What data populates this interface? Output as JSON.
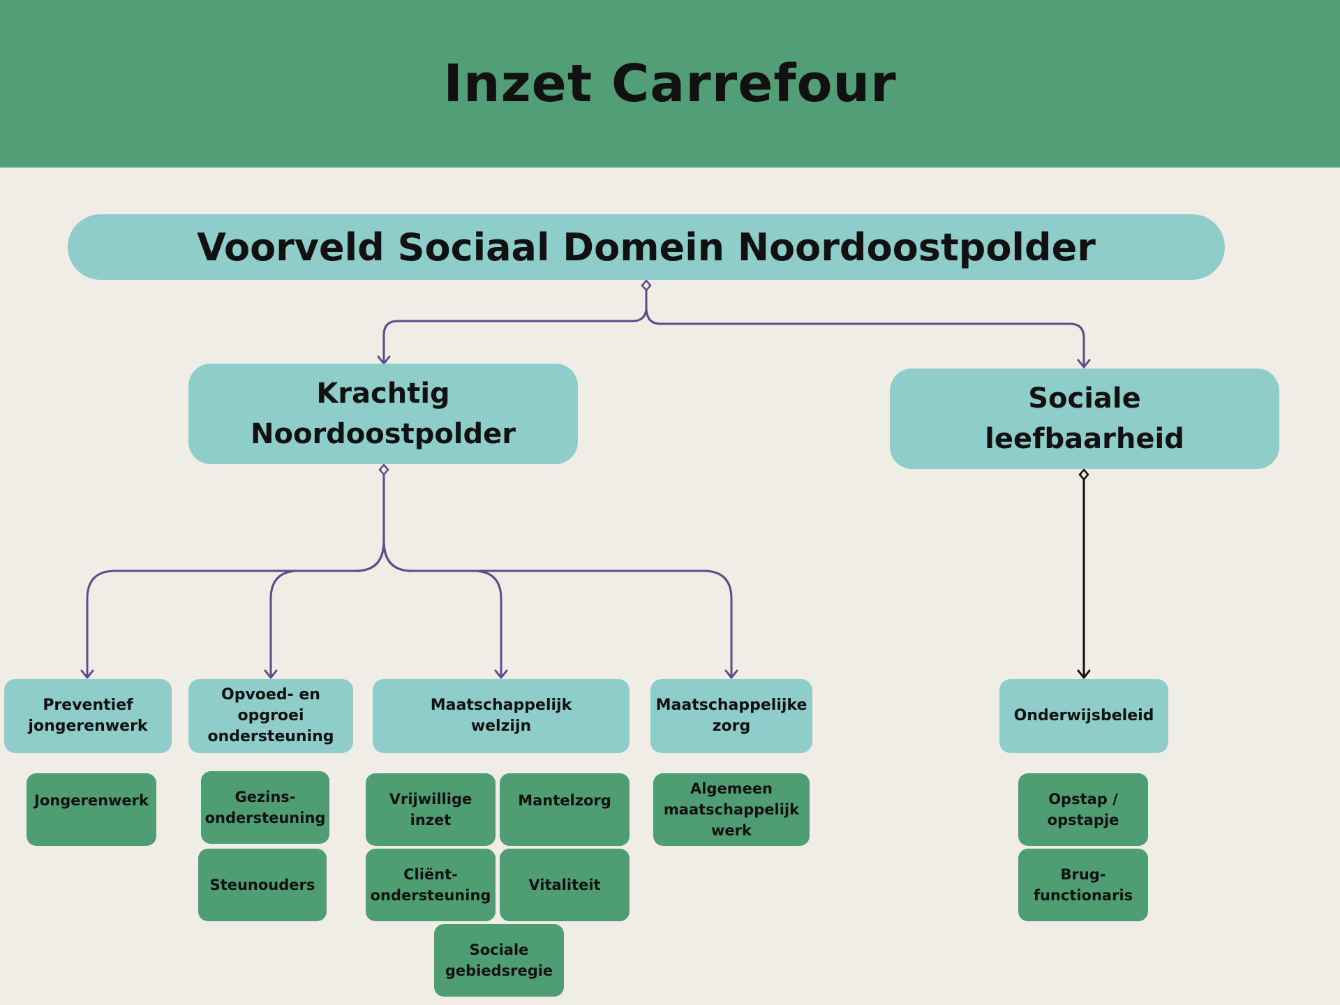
{
  "title": "Inzet Carrefour",
  "root": "Voorveld Sociaal Domein Noordoostpolder",
  "branches": [
    {
      "label_line1": "Krachtig",
      "label_line2": "Noordoostpolder",
      "categories": [
        {
          "line1": "Preventief",
          "line2": "jongerenwerk",
          "line3": "",
          "items": [
            {
              "line1": "Jongerenwerk",
              "line2": ""
            }
          ]
        },
        {
          "line1": "Opvoed- en",
          "line2": "opgroei",
          "line3": "ondersteuning",
          "items": [
            {
              "line1": "Gezins-",
              "line2": "ondersteuning"
            },
            {
              "line1": "Steunouders",
              "line2": ""
            }
          ]
        },
        {
          "line1": "Maatschappelijk",
          "line2": "welzijn",
          "line3": "",
          "items": [
            {
              "line1": "Vrijwillige",
              "line2": "inzet"
            },
            {
              "line1": "Mantelzorg",
              "line2": ""
            },
            {
              "line1": "Cliënt-",
              "line2": "ondersteuning"
            },
            {
              "line1": "Vitaliteit",
              "line2": ""
            },
            {
              "line1": "Sociale",
              "line2": "gebiedsregie"
            }
          ]
        },
        {
          "line1": "Maatschappelijke",
          "line2": "zorg",
          "line3": "",
          "items": [
            {
              "line1": "Algemeen",
              "line2": "maatschappelijk",
              "line3": "werk"
            }
          ]
        }
      ]
    },
    {
      "label_line1": "Sociale",
      "label_line2": "leefbaarheid",
      "categories": [
        {
          "line1": "Onderwijsbeleid",
          "line2": "",
          "line3": "",
          "items": [
            {
              "line1": "Opstap /",
              "line2": "opstapje"
            },
            {
              "line1": "Brug-",
              "line2": "functionaris"
            }
          ]
        }
      ]
    }
  ],
  "colors": {
    "header": "#529e76",
    "background": "#efede6",
    "teal_box": "#8ecdc9",
    "green_box": "#4f9d72",
    "connector_purple": "#5f4a8b",
    "connector_black": "#111111"
  }
}
